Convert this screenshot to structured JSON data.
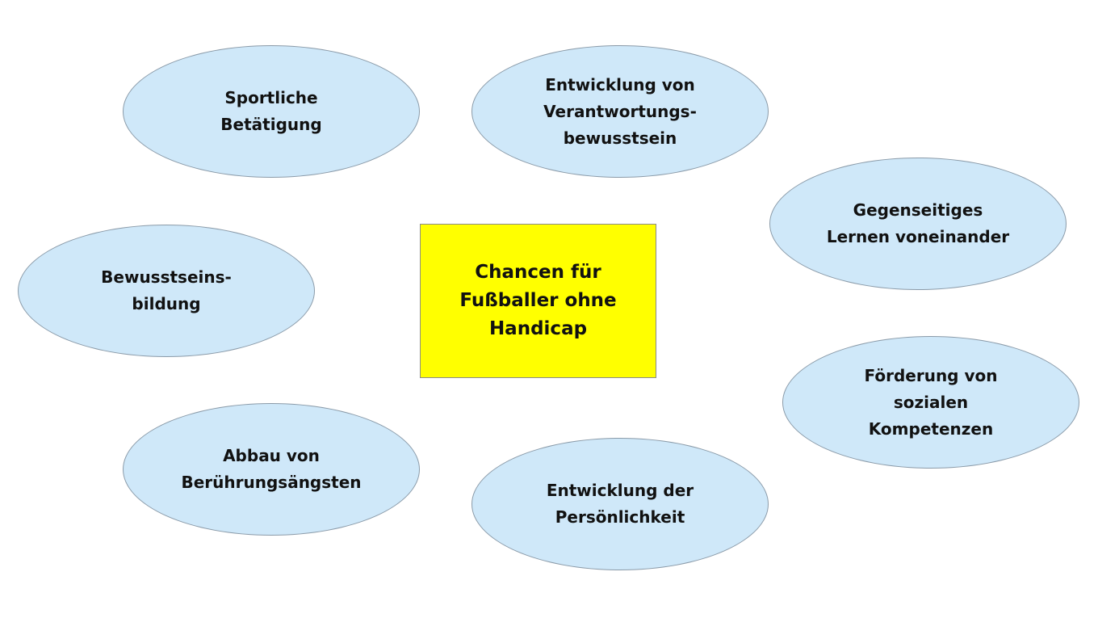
{
  "center": {
    "label": "Chancen für\nFußballer ohne\nHandicap"
  },
  "bubbles": [
    {
      "label": "Sportliche\nBetätigung"
    },
    {
      "label": "Entwicklung von\nVerantwortungs-\nbewusstsein"
    },
    {
      "label": "Gegenseitiges\nLernen voneinander"
    },
    {
      "label": "Bewusstseins-\nbildung"
    },
    {
      "label": "Förderung von\nsozialen\nKompetenzen"
    },
    {
      "label": "Abbau von\nBerührungsängsten"
    },
    {
      "label": "Entwicklung der\nPersönlichkeit"
    }
  ],
  "colors": {
    "bubble": "#cfe8f9",
    "center": "#ffff00"
  }
}
